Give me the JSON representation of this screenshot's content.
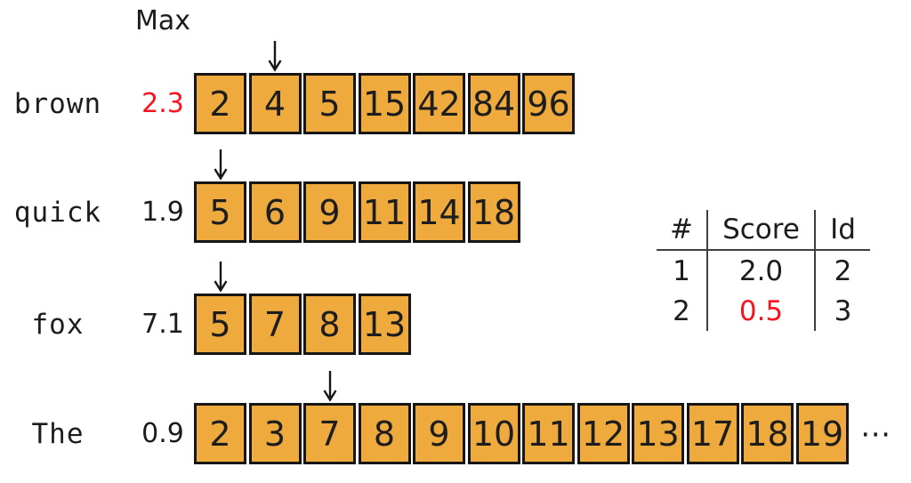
{
  "max_label": "Max",
  "colors": {
    "box_fill": "#efaa3e",
    "box_border": "#161616",
    "highlight_red": "#f9131f",
    "table_line": "#3f3f3f",
    "text": "#1c1c1c"
  },
  "posting_lists": [
    {
      "term": "brown",
      "score": "2.3",
      "score_red": true,
      "arrow_index": 1,
      "ids": [
        "2",
        "4",
        "5",
        "15",
        "42",
        "84",
        "96"
      ]
    },
    {
      "term": "quick",
      "score": "1.9",
      "score_red": false,
      "arrow_index": 0,
      "ids": [
        "5",
        "6",
        "9",
        "11",
        "14",
        "18"
      ]
    },
    {
      "term": "fox",
      "score": "7.1",
      "score_red": false,
      "arrow_index": 0,
      "ids": [
        "5",
        "7",
        "8",
        "13"
      ]
    },
    {
      "term": "The",
      "score": "0.9",
      "score_red": false,
      "arrow_index": 2,
      "ids": [
        "2",
        "3",
        "7",
        "8",
        "9",
        "10",
        "11",
        "12",
        "13",
        "17",
        "18",
        "19"
      ],
      "ellipsis": "⋯"
    }
  ],
  "score_table": {
    "headers": [
      "#",
      "Score",
      "Id"
    ],
    "rows": [
      {
        "rank": "1",
        "score": "2.0",
        "id": "2",
        "score_red": false
      },
      {
        "rank": "2",
        "score": "0.5",
        "id": "3",
        "score_red": true
      }
    ]
  }
}
